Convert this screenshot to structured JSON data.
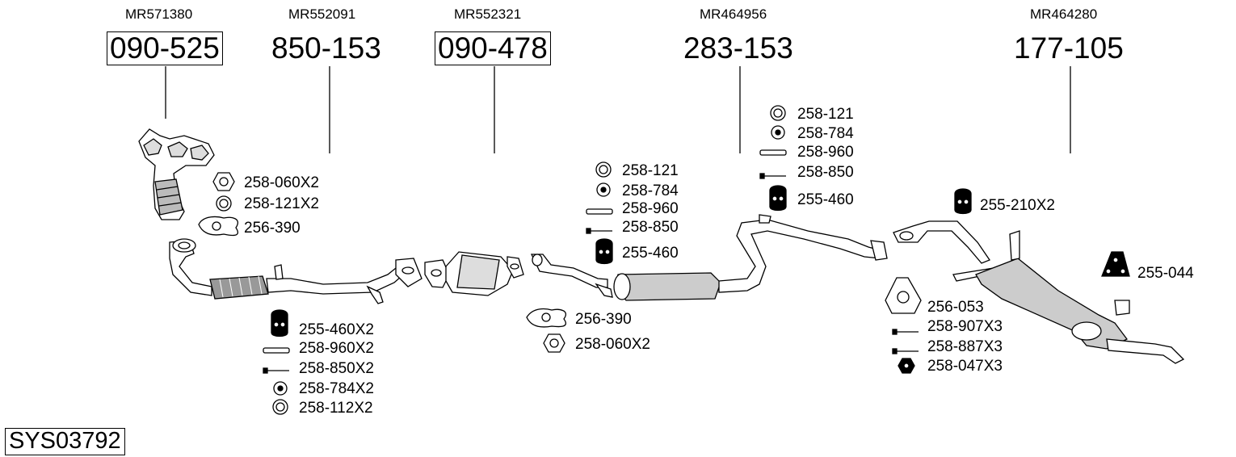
{
  "system_code": "SYS03792",
  "sections": [
    {
      "oem": "MR571380",
      "part": "090-525",
      "boxed": true
    },
    {
      "oem": "MR552091",
      "part": "850-153",
      "boxed": false
    },
    {
      "oem": "MR552321",
      "part": "090-478",
      "boxed": true
    },
    {
      "oem": "MR464956",
      "part": "283-153",
      "boxed": false
    },
    {
      "oem": "MR464280",
      "part": "177-105",
      "boxed": false
    }
  ],
  "accessories": {
    "manifold": [
      "258-060X2",
      "258-121X2",
      "256-390"
    ],
    "front_pipe": [
      "255-460X2",
      "258-960X2",
      "258-850X2",
      "258-784X2",
      "258-112X2"
    ],
    "catalyst": [
      "258-121",
      "258-784",
      "258-960",
      "258-850",
      "255-460"
    ],
    "cat_flange": [
      "256-390",
      "258-060X2"
    ],
    "mid_box": [
      "258-121",
      "258-784",
      "258-960",
      "258-850",
      "255-460"
    ],
    "rear_hanger": [
      "255-210X2"
    ],
    "rear_bracket": [
      "255-044"
    ],
    "rear_flange": [
      "256-053",
      "258-907X3",
      "258-887X3",
      "258-047X3"
    ]
  }
}
